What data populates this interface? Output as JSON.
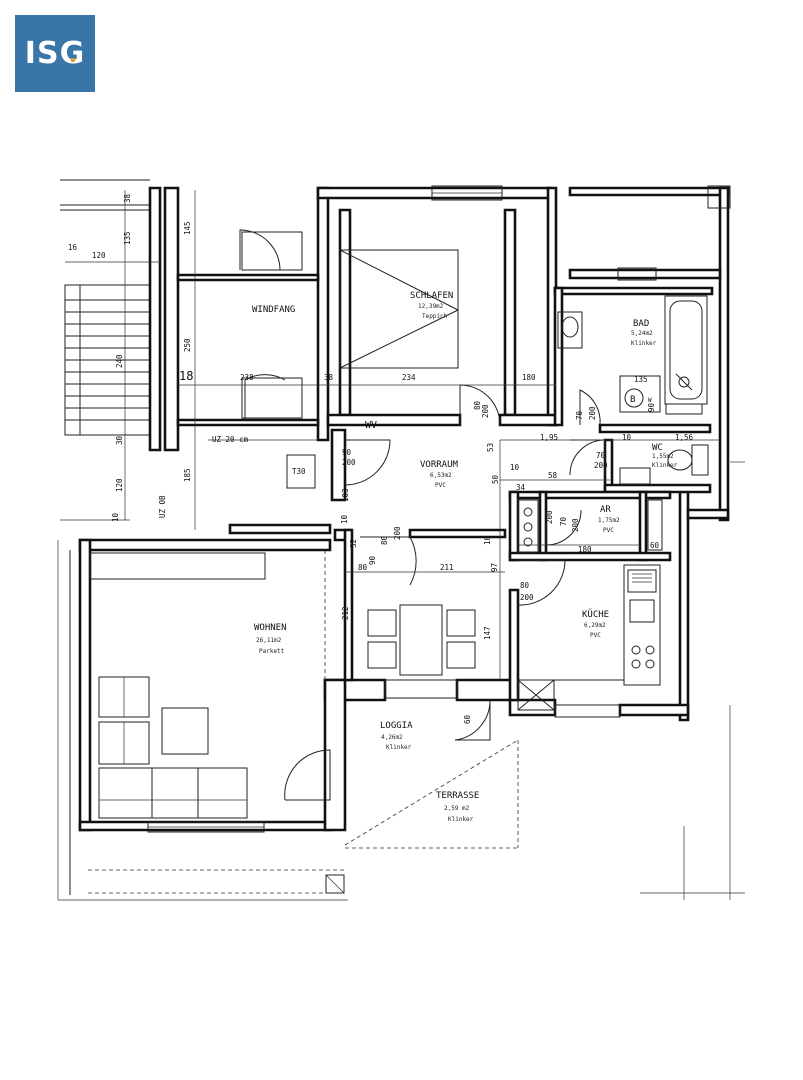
{
  "logo": {
    "text": "ISG"
  },
  "rooms": {
    "windfang": {
      "name": "WINDFANG"
    },
    "schlafen": {
      "name": "SCHLAFEN",
      "area": "12,39m2",
      "floor": "Teppich"
    },
    "bad": {
      "name": "BAD",
      "area": "5,24m2",
      "floor": "Klinker"
    },
    "vorraum": {
      "name": "VORRAUM",
      "area": "6,53m2",
      "floor": "PVC"
    },
    "wc": {
      "name": "WC",
      "area": "1,55m2",
      "floor": "Klinker"
    },
    "ar": {
      "name": "AR",
      "area": "1,75m2",
      "floor": "PVC"
    },
    "wohnen": {
      "name": "WOHNEN",
      "area": "26,11m2",
      "floor": "Parkett"
    },
    "kuche": {
      "name": "KÜCHE",
      "area": "6,29m2",
      "floor": "PVC"
    },
    "loggia": {
      "name": "LOGGIA",
      "area": "4,26m2",
      "floor": "Klinker"
    },
    "terrasse": {
      "name": "TERRASSE",
      "area": "2,59 m2",
      "floor": "Klinker"
    }
  },
  "labels": {
    "wv": "WV",
    "uz20": "UZ 20 cm",
    "t30": "T30",
    "uzob": "UZ OB",
    "n18": "18",
    "b": "B",
    "wm": "W"
  },
  "dimensions": {
    "d38a": "38",
    "d16": "16",
    "d120": "120",
    "d135": "135",
    "d145": "145",
    "d250": "250",
    "d240": "240",
    "d238": "238",
    "d38b": "38",
    "d234": "234",
    "d180a": "180",
    "d135b": "135",
    "d90": "90",
    "d80a": "80",
    "d200a": "200",
    "d70a": "70",
    "d200b": "200",
    "d90b": "90",
    "d200c": "200",
    "d53": "53",
    "d195": "1,95",
    "d10a": "10",
    "d156": "1,56",
    "d70b": "70",
    "d200d": "200",
    "d10b": "10",
    "d58": "58",
    "d50": "50",
    "d34": "34",
    "d70c": "70",
    "d200e": "200",
    "d180b": "180",
    "d60": "60",
    "d185": "185",
    "d120b": "120",
    "d30": "30",
    "d10c": "10",
    "d90c": "90",
    "d200f": "200",
    "d103": "103",
    "d80b": "80",
    "d211": "211",
    "d97": "97",
    "d80c": "80",
    "d200g": "200",
    "d212": "212",
    "d147": "147",
    "d60b": "60",
    "d32": "32",
    "d10d": "10",
    "d10e": "10",
    "d200h": "200",
    "d80d": "80"
  }
}
